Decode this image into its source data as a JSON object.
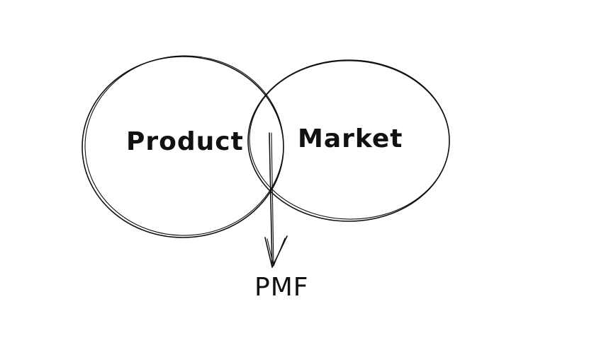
{
  "diagram": {
    "circles": [
      {
        "name": "product",
        "label": "Product"
      },
      {
        "name": "market",
        "label": "Market"
      }
    ],
    "result": {
      "label": "PMF"
    },
    "colors": {
      "stroke": "#111111",
      "background": "#ffffff"
    },
    "icons": {
      "arrow": "arrow-down-icon"
    }
  }
}
